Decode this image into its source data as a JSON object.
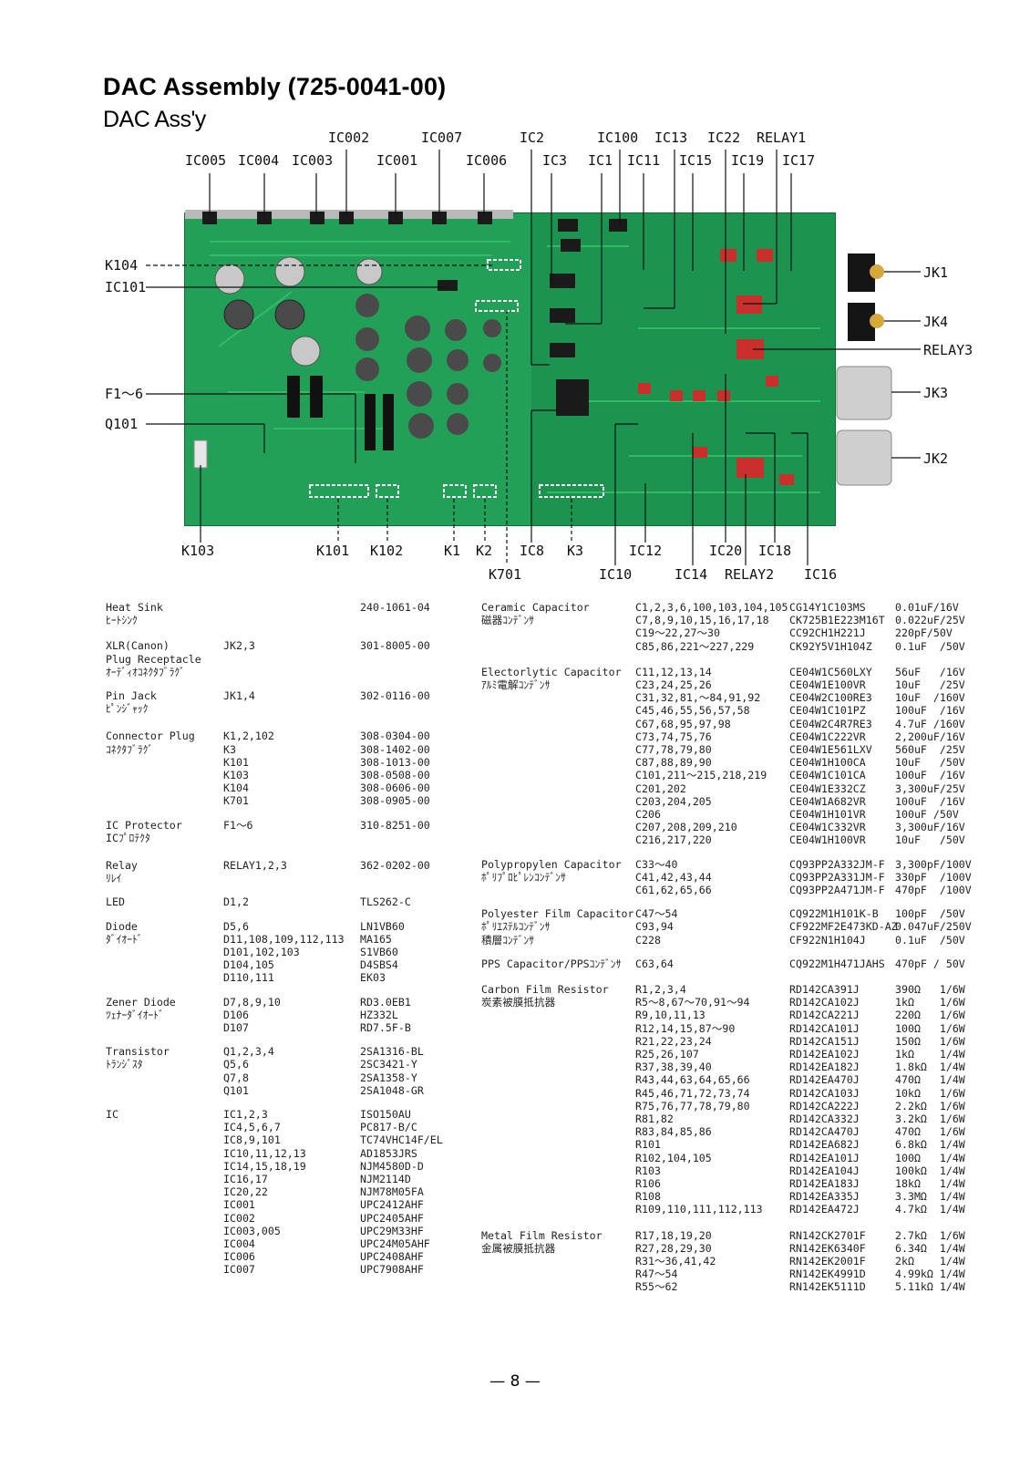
{
  "header": {
    "title": "DAC Assembly (725-0041-00)",
    "subtitle": "DAC Ass'y"
  },
  "callouts": {
    "top": [
      "IC002",
      "IC007",
      "IC2",
      "IC100",
      "IC13",
      "IC22",
      "RELAY1",
      "IC005",
      "IC004",
      "IC003",
      "IC001",
      "IC006",
      "IC3",
      "IC1",
      "IC11",
      "IC15",
      "IC19",
      "IC17"
    ],
    "left": [
      "K104",
      "IC101",
      "F1～6",
      "Q101"
    ],
    "right": [
      "JK1",
      "JK4",
      "RELAY3",
      "JK3",
      "JK2"
    ],
    "bottom": [
      "K103",
      "K101",
      "K102",
      "K1",
      "K2",
      "IC8",
      "K3",
      "IC12",
      "IC20",
      "IC18",
      "K701",
      "IC10",
      "IC14",
      "RELAY2",
      "IC16"
    ]
  },
  "parts_left": [
    {
      "name": "Heat Sink",
      "jp": "ﾋｰﾄｼﾝｸ",
      "refs": [
        ""
      ],
      "codes": [
        "240-1061-04"
      ]
    },
    {
      "name": "XLR(Canon)\nPlug Receptacle",
      "jp": "ｵｰﾃﾞｨｵｺﾈｸﾀﾌﾞﾗｸﾞ",
      "refs": [
        "JK2,3"
      ],
      "codes": [
        "301-8005-00"
      ]
    },
    {
      "name": "Pin Jack",
      "jp": "ﾋﾟﾝｼﾞｬｯｸ",
      "refs": [
        "JK1,4"
      ],
      "codes": [
        "302-0116-00"
      ]
    },
    {
      "name": "Connector Plug",
      "jp": "ｺﾈｸﾀﾌﾞﾗｸﾞ",
      "refs": [
        "K1,2,102",
        "K3",
        "K101",
        "K103",
        "K104",
        "K701"
      ],
      "codes": [
        "308-0304-00",
        "308-1402-00",
        "308-1013-00",
        "308-0508-00",
        "308-0606-00",
        "308-0905-00"
      ]
    },
    {
      "name": "IC Protector",
      "jp": "ICﾌﾟﾛﾃｸﾀ",
      "refs": [
        "F1～6"
      ],
      "codes": [
        "310-8251-00"
      ]
    },
    {
      "name": "Relay",
      "jp": "ﾘﾚｲ",
      "refs": [
        "RELAY1,2,3"
      ],
      "codes": [
        "362-0202-00"
      ]
    },
    {
      "name": "LED",
      "jp": "",
      "refs": [
        "D1,2"
      ],
      "codes": [
        "TLS262-C"
      ]
    },
    {
      "name": "Diode",
      "jp": "ﾀﾞｲｵｰﾄﾞ",
      "refs": [
        "D5,6",
        "D11,108,109,112,113",
        "D101,102,103",
        "D104,105",
        "D110,111"
      ],
      "codes": [
        "LN1VB60",
        "MA165",
        "S1VB60",
        "D4SBS4",
        "EK03"
      ]
    },
    {
      "name": "Zener Diode",
      "jp": "ﾂｪﾅｰﾀﾞｲｵｰﾄﾞ",
      "refs": [
        "D7,8,9,10",
        "D106",
        "D107"
      ],
      "codes": [
        "RD3.0EB1",
        "HZ332L",
        "RD7.5F-B"
      ]
    },
    {
      "name": "Transistor",
      "jp": "ﾄﾗﾝｼﾞｽﾀ",
      "refs": [
        "Q1,2,3,4",
        "Q5,6",
        "Q7,8",
        "Q101"
      ],
      "codes": [
        "2SA1316-BL",
        "2SC3421-Y",
        "2SA1358-Y",
        "2SA1048-GR"
      ]
    },
    {
      "name": "IC",
      "jp": "",
      "refs": [
        "IC1,2,3",
        "IC4,5,6,7",
        "IC8,9,101",
        "IC10,11,12,13",
        "IC14,15,18,19",
        "IC16,17",
        "IC20,22",
        "IC001",
        "IC002",
        "IC003,005",
        "IC004",
        "IC006",
        "IC007"
      ],
      "codes": [
        "ISO150AU",
        "PC817-B/C",
        "TC74VHC14F/EL",
        "AD1853JRS",
        "NJM4580D-D",
        "NJM2114D",
        "NJM78M05FA",
        "UPC2412AHF",
        "UPC2405AHF",
        "UPC29M33HF",
        "UPC24M05AHF",
        "UPC2408AHF",
        "UPC7908AHF"
      ]
    }
  ],
  "parts_right": [
    {
      "name": "Ceramic Capacitor",
      "jp": "磁器ｺﾝﾃﾞﾝｻ",
      "refs": [
        "C1,2,3,6,100,103,104,105",
        "C7,8,9,10,15,16,17,18",
        "C19～22,27～30",
        "C85,86,221～227,229"
      ],
      "codes": [
        "CG14Y1C103MS",
        "CK725B1E223M16T",
        "CC92CH1H221J",
        "CK92Y5V1H104Z"
      ],
      "values": [
        "0.01uF/16V",
        "0.022uF/25V",
        "220pF/50V",
        "0.1uF  /50V"
      ]
    },
    {
      "name": "Electorlytic Capacitor",
      "jp": "ｱﾙﾐ電解ｺﾝﾃﾞﾝｻ",
      "refs": [
        "C11,12,13,14",
        "C23,24,25,26",
        "C31,32,81,～84,91,92",
        "C45,46,55,56,57,58",
        "C67,68,95,97,98",
        "C73,74,75,76",
        "C77,78,79,80",
        "C87,88,89,90",
        "C101,211～215,218,219",
        "C201,202",
        "C203,204,205",
        "C206",
        "C207,208,209,210",
        "C216,217,220"
      ],
      "codes": [
        "CE04W1C560LXY",
        "CE04W1E100VR",
        "CE04W2C100RE3",
        "CE04W1C101PZ",
        "CE04W2C4R7RE3",
        "CE04W1C222VR",
        "CE04W1E561LXV",
        "CE04W1H100CA",
        "CE04W1C101CA",
        "CE04W1E332CZ",
        "CE04W1A682VR",
        "CE04W1H101VR",
        "CE04W1C332VR",
        "CE04W1H100VR"
      ],
      "values": [
        "56uF   /16V",
        "10uF   /25V",
        "10uF  /160V",
        "100uF  /16V",
        "4.7uF /160V",
        "2,200uF/16V",
        "560uF  /25V",
        "10uF   /50V",
        "100uF  /16V",
        "3,300uF/25V",
        "100uF  /16V",
        "100uF /50V",
        "3,300uF/16V",
        "10uF   /50V"
      ]
    },
    {
      "name": "Polypropylen Capacitor",
      "jp": "ﾎﾟﾘﾌﾟﾛﾋﾟﾚﾝｺﾝﾃﾞﾝｻ",
      "refs": [
        "C33～40",
        "C41,42,43,44",
        "C61,62,65,66"
      ],
      "codes": [
        "CQ93PP2A332JM-F",
        "CQ93PP2A331JM-F",
        "CQ93PP2A471JM-F"
      ],
      "values": [
        "3,300pF/100V",
        "330pF  /100V",
        "470pF  /100V"
      ]
    },
    {
      "name": "Polyester Film Capacitor",
      "jp": "ﾎﾟﾘｴｽﾃﾙｺﾝﾃﾞﾝｻ\n積層ｺﾝﾃﾞﾝｻ",
      "refs": [
        "C47～54",
        "C93,94",
        "C228"
      ],
      "codes": [
        "CQ922M1H101K-B",
        "CF922MF2E473KD-AZ",
        "CF922N1H104J"
      ],
      "values": [
        "100pF  /50V",
        "0.047uF/250V",
        "0.1uF  /50V"
      ]
    },
    {
      "name": "PPS Capacitor/PPSｺﾝﾃﾞﾝｻ",
      "jp": "",
      "refs": [
        "C63,64"
      ],
      "codes": [
        "CQ922M1H471JAHS"
      ],
      "values": [
        "470pF / 50V"
      ]
    },
    {
      "name": "Carbon Film Resistor",
      "jp": "炭素被膜抵抗器",
      "refs": [
        "R1,2,3,4",
        "R5～8,67～70,91～94",
        "R9,10,11,13",
        "R12,14,15,87～90",
        "R21,22,23,24",
        "R25,26,107",
        "R37,38,39,40",
        "R43,44,63,64,65,66",
        "R45,46,71,72,73,74",
        "R75,76,77,78,79,80",
        "R81,82",
        "R83,84,85,86",
        "R101",
        "R102,104,105",
        "R103",
        "R106",
        "R108",
        "R109,110,111,112,113"
      ],
      "codes": [
        "RD142CA391J",
        "RD142CA102J",
        "RD142CA221J",
        "RD142CA101J",
        "RD142CA151J",
        "RD142EA102J",
        "RD142EA182J",
        "RD142EA470J",
        "RD142CA103J",
        "RD142CA222J",
        "RD142CA332J",
        "RD142CA470J",
        "RD142EA682J",
        "RD142EA101J",
        "RD142EA104J",
        "RD142EA183J",
        "RD142EA335J",
        "RD142EA472J"
      ],
      "values": [
        "390Ω   1/6W",
        "1kΩ    1/6W",
        "220Ω   1/6W",
        "100Ω   1/6W",
        "150Ω   1/6W",
        "1kΩ    1/4W",
        "1.8kΩ  1/4W",
        "470Ω   1/4W",
        "10kΩ   1/6W",
        "2.2kΩ  1/6W",
        "3.2kΩ  1/6W",
        "470Ω   1/6W",
        "6.8kΩ  1/4W",
        "100Ω   1/4W",
        "100kΩ  1/4W",
        "18kΩ   1/4W",
        "3.3MΩ  1/4W",
        "4.7kΩ  1/4W"
      ]
    },
    {
      "name": "Metal Film Resistor",
      "jp": "金属被膜抵抗器",
      "refs": [
        "R17,18,19,20",
        "R27,28,29,30",
        "R31～36,41,42",
        "R47～54",
        "R55～62"
      ],
      "codes": [
        "RN142CK2701F",
        "RN142EK6340F",
        "RN142EK2001F",
        "RN142EK4991D",
        "RN142EK5111D"
      ],
      "values": [
        "2.7kΩ  1/6W",
        "6.34Ω  1/4W",
        "2kΩ    1/4W",
        "4.99kΩ 1/4W",
        "5.11kΩ 1/4W"
      ]
    }
  ],
  "footer": {
    "page": "— 8 —"
  },
  "colors": {
    "pcb": "#1f9a52",
    "pcb_dark": "#147a3e",
    "trace": "#2fb865",
    "ic": "#1a1a1a",
    "cap_red": "#c9302c",
    "xlr": "#cfcfcf"
  }
}
